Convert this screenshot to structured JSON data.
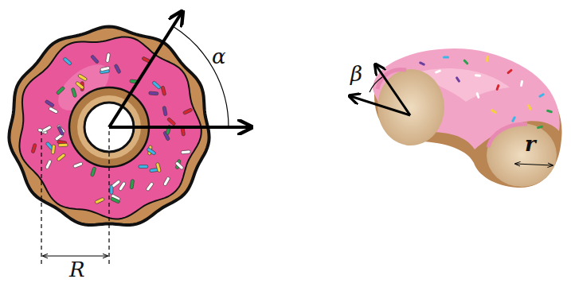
{
  "diagram": {
    "labels": [
      "α",
      "β",
      "r",
      "R"
    ]
  }
}
